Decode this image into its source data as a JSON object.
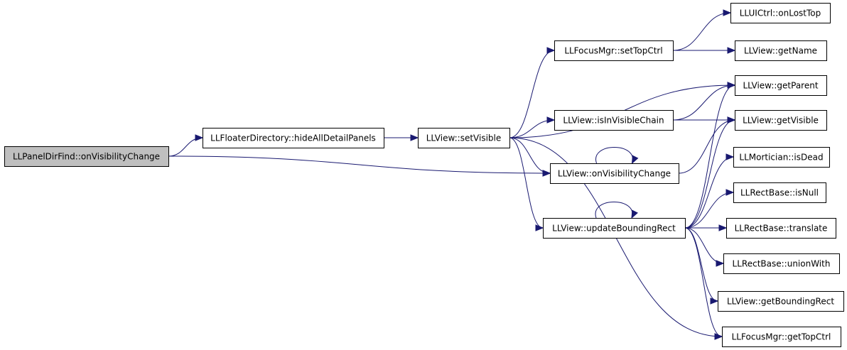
{
  "diagram": {
    "nodes": [
      {
        "id": "root",
        "label": "LLPanelDirFind::onVisibilityChange",
        "root": true
      },
      {
        "id": "hide",
        "label": "LLFloaterDirectory::hideAllDetailPanels"
      },
      {
        "id": "setvis",
        "label": "LLView::setVisible"
      },
      {
        "id": "settop",
        "label": "LLFocusMgr::setTopCtrl"
      },
      {
        "id": "isinvis",
        "label": "LLView::isInVisibleChain"
      },
      {
        "id": "onvis",
        "label": "LLView::onVisibilityChange"
      },
      {
        "id": "upd",
        "label": "LLView::updateBoundingRect"
      },
      {
        "id": "lost",
        "label": "LLUICtrl::onLostTop"
      },
      {
        "id": "getname",
        "label": "LLView::getName"
      },
      {
        "id": "getparent",
        "label": "LLView::getParent"
      },
      {
        "id": "getvisible",
        "label": "LLView::getVisible"
      },
      {
        "id": "isdead",
        "label": "LLMortician::isDead"
      },
      {
        "id": "isnull",
        "label": "LLRectBase::isNull"
      },
      {
        "id": "translate",
        "label": "LLRectBase::translate"
      },
      {
        "id": "union",
        "label": "LLRectBase::unionWith"
      },
      {
        "id": "getbr",
        "label": "LLView::getBoundingRect"
      },
      {
        "id": "gettop",
        "label": "LLFocusMgr::getTopCtrl"
      }
    ],
    "edges": [
      [
        "root",
        "hide"
      ],
      [
        "root",
        "onvis"
      ],
      [
        "hide",
        "setvis"
      ],
      [
        "setvis",
        "settop"
      ],
      [
        "setvis",
        "getparent"
      ],
      [
        "setvis",
        "isinvis"
      ],
      [
        "setvis",
        "onvis"
      ],
      [
        "setvis",
        "upd"
      ],
      [
        "setvis",
        "gettop"
      ],
      [
        "settop",
        "lost"
      ],
      [
        "settop",
        "getname"
      ],
      [
        "isinvis",
        "getparent"
      ],
      [
        "isinvis",
        "getvisible"
      ],
      [
        "onvis",
        "onvis"
      ],
      [
        "onvis",
        "getvisible"
      ],
      [
        "upd",
        "upd"
      ],
      [
        "upd",
        "getparent"
      ],
      [
        "upd",
        "getvisible"
      ],
      [
        "upd",
        "isdead"
      ],
      [
        "upd",
        "isnull"
      ],
      [
        "upd",
        "translate"
      ],
      [
        "upd",
        "union"
      ],
      [
        "upd",
        "getbr"
      ],
      [
        "upd",
        "gettop"
      ]
    ]
  }
}
